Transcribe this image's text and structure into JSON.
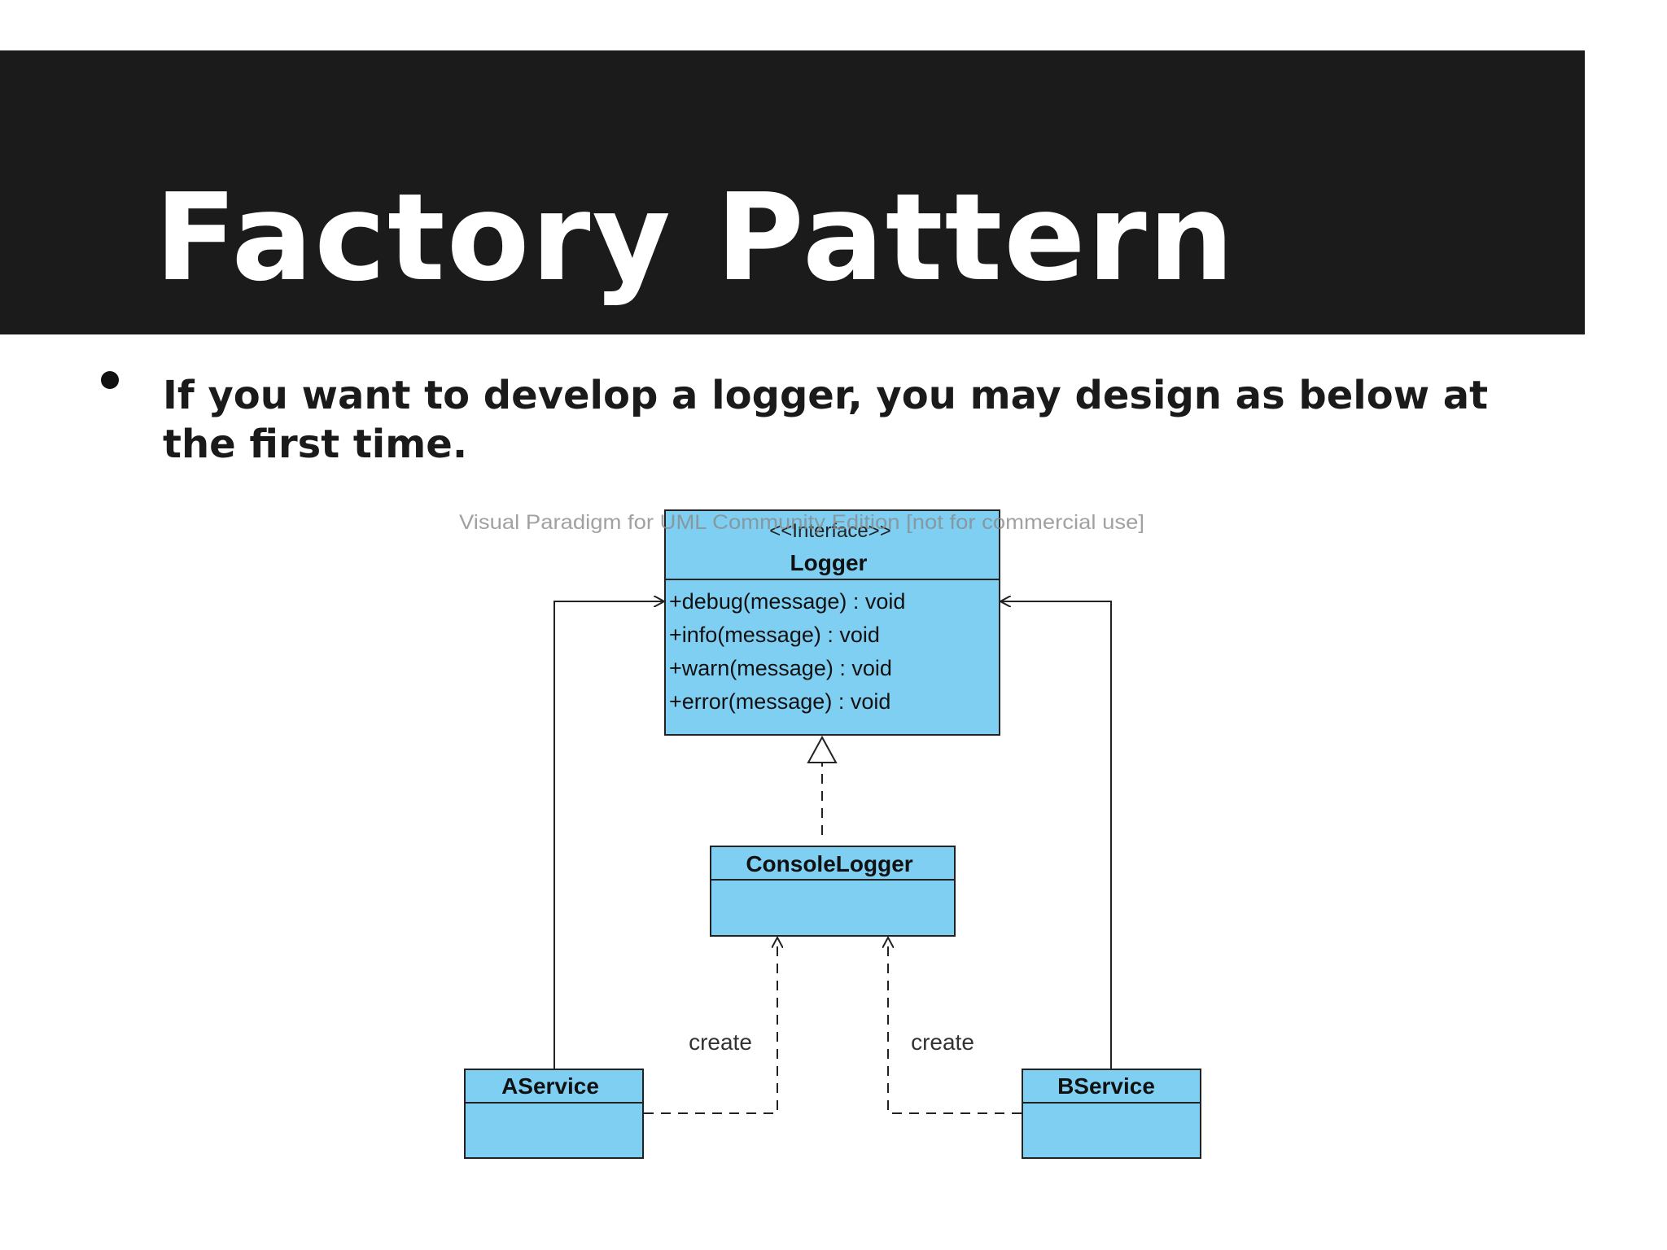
{
  "slide": {
    "title": "Factory Pattern",
    "bullet": "If you want to develop a logger, you may design as below at the first time."
  },
  "diagram": {
    "watermark": "Visual Paradigm for UML Community Edition [not for commercial use]",
    "logger": {
      "stereotype": "<<Interface>>",
      "name": "Logger",
      "methods": [
        "+debug(message) : void",
        "+info(message) : void",
        "+warn(message) : void",
        "+error(message) : void"
      ]
    },
    "console_logger": {
      "name": "ConsoleLogger"
    },
    "a_service": {
      "name": "AService"
    },
    "b_service": {
      "name": "BService"
    },
    "create_label_left": "create",
    "create_label_right": "create"
  },
  "colors": {
    "title_band": "#1b1b1b",
    "class_fill": "#7fcff3",
    "line": "#222222"
  }
}
